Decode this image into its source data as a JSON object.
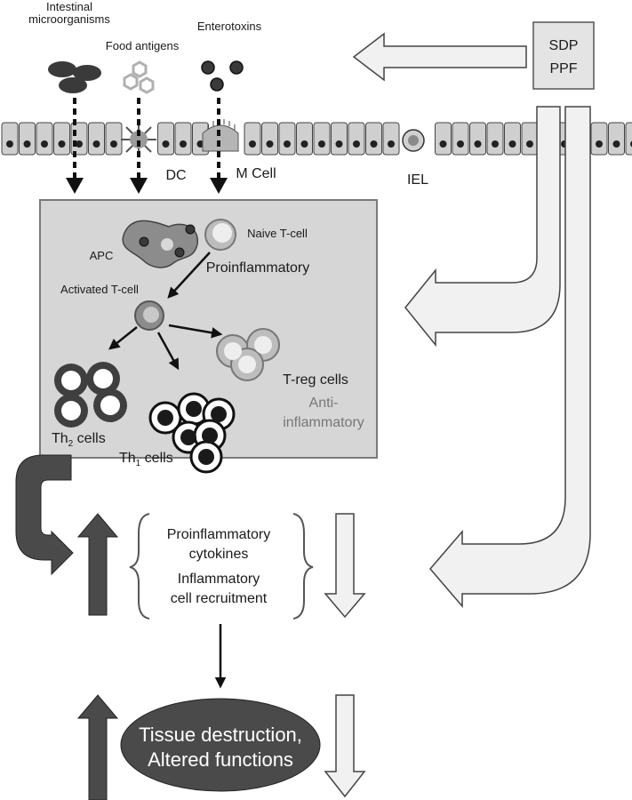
{
  "labels": {
    "intestinal_microorganisms": [
      "Intestinal",
      "microorganisms"
    ],
    "food_antigens": "Food antigens",
    "enterotoxins": "Enterotoxins",
    "sdp_ppf": [
      "SDP",
      "PPF"
    ],
    "dc": "DC",
    "m_cell": "M Cell",
    "iel": "IEL",
    "apc": "APC",
    "naive_tcell": "Naive T-cell",
    "proinflammatory": "Proinflammatory",
    "activated_tcell": "Activated T-cell",
    "treg_cells": "T-reg cells",
    "anti_inflammatory": [
      "Anti-",
      "inflammatory"
    ],
    "th2": {
      "main": "Th",
      "sub": "2",
      "rest": " cells"
    },
    "th1": {
      "main": "Th",
      "sub": "1",
      "rest": " cells"
    },
    "cytokines_block": [
      "Proinflammatory",
      "cytokines",
      "Inflammatory",
      "cell recruitment"
    ],
    "tissue": [
      "Tissue destruction,",
      "Altered functions"
    ]
  },
  "icons": {
    "microorganisms": "ellipse-cluster-icon",
    "food_antigens": "hexagon-cluster-icon",
    "enterotoxins": "dot-cluster-icon",
    "dendritic_cell": "dendritic-cell-icon",
    "m_cell": "m-cell-icon",
    "iel": "iel-cell-icon",
    "apc": "apc-cell-icon"
  },
  "colors": {
    "dark": "#3f3f3f",
    "mid": "#8c8c8c",
    "light": "#cfcfcf",
    "panel": "#d6d6d6",
    "pale_arrow": "#f1f1f1"
  }
}
